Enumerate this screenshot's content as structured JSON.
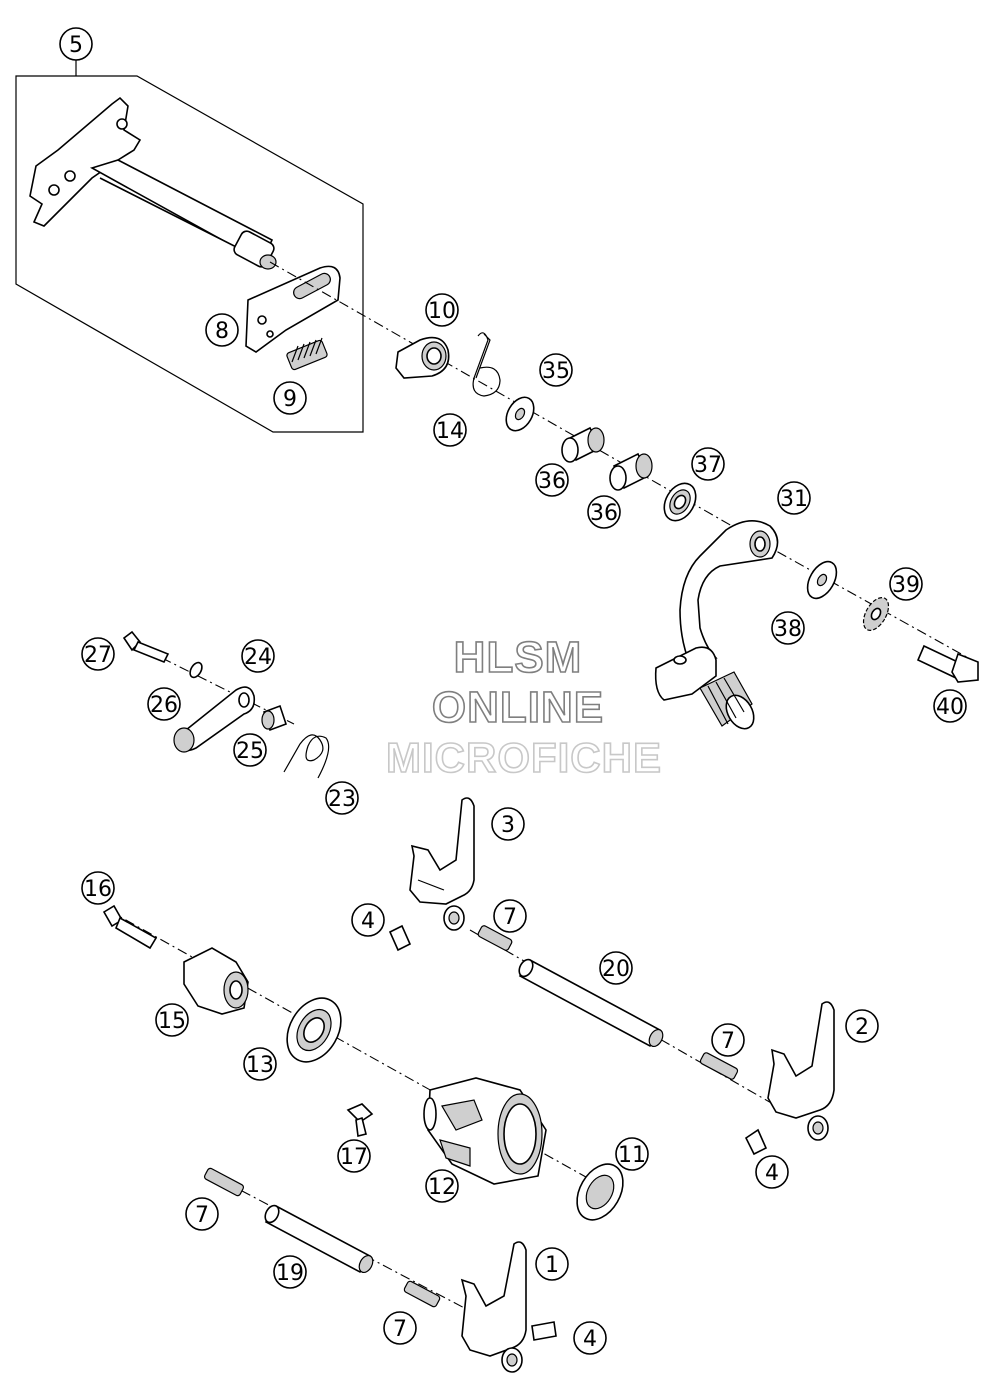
{
  "watermark": {
    "line1": "HLSM",
    "line2": "ONLINE",
    "line3": "MICROFICHE"
  },
  "callouts": {
    "c5": "5",
    "c8": "8",
    "c9": "9",
    "c10": "10",
    "c14": "14",
    "c35": "35",
    "c36a": "36",
    "c36b": "36",
    "c37": "37",
    "c31": "31",
    "c38": "38",
    "c39": "39",
    "c40": "40",
    "c27": "27",
    "c24": "24",
    "c26": "26",
    "c25": "25",
    "c23": "23",
    "c3": "3",
    "c16": "16",
    "c4a": "4",
    "c7a": "7",
    "c20": "20",
    "c15": "15",
    "c13": "13",
    "c2": "2",
    "c7b": "7",
    "c17": "17",
    "c12": "12",
    "c11": "11",
    "c4b": "4",
    "c7c": "7",
    "c19": "19",
    "c1": "1",
    "c7d": "7",
    "c4c": "4"
  }
}
